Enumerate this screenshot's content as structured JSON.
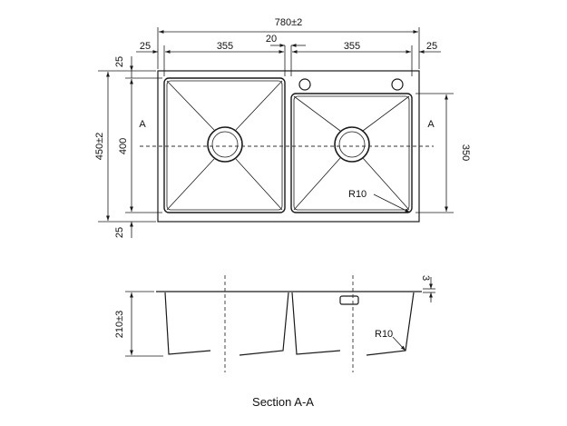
{
  "dimensions": {
    "overall_width": "780±2",
    "left_margin": "25",
    "left_bowl_width": "355",
    "divider_width": "20",
    "right_bowl_width": "355",
    "right_margin": "25",
    "overall_depth": "450±2",
    "top_margin": "25",
    "left_bowl_depth": "400",
    "bottom_margin": "25",
    "right_bowl_depth": "350",
    "corner_radius_top": "R10",
    "section_height": "210±3",
    "rim_thickness": "3",
    "corner_radius_section": "R10"
  },
  "section_labels": {
    "left": "A",
    "right": "A"
  },
  "caption": "Section A-A"
}
